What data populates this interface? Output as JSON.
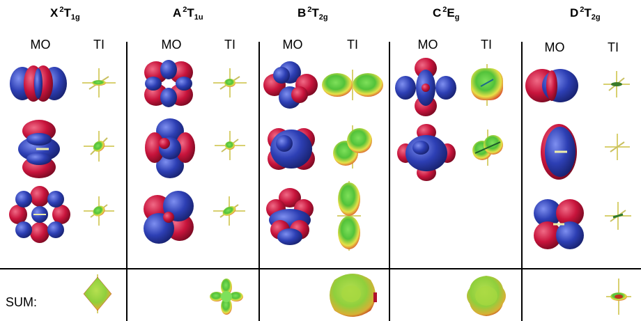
{
  "columns": [
    {
      "letter": "X",
      "mult": "2",
      "sym": "T",
      "sub": "1g",
      "mo": "MO",
      "ti": "TI"
    },
    {
      "letter": "A",
      "mult": "2",
      "sym": "T",
      "sub": "1u",
      "mo": "MO",
      "ti": "TI"
    },
    {
      "letter": "B",
      "mult": "2",
      "sym": "T",
      "sub": "2g",
      "mo": "MO",
      "ti": "TI"
    },
    {
      "letter": "C",
      "mult": "2",
      "sym": "E",
      "sub": "g",
      "mo": "MO",
      "ti": "TI"
    },
    {
      "letter": "D",
      "mult": "2",
      "sym": "T",
      "sub": "2g",
      "mo": "MO",
      "ti": "TI"
    }
  ],
  "sum_label": "SUM:",
  "colors": {
    "lobe_red": "#c8143c",
    "lobe_blue": "#2d3fb4",
    "ti_green": "#52c23a",
    "ti_yellow": "#e8e048",
    "ti_red": "#cc2a1e",
    "axis": "#d8d070",
    "line": "#000000"
  },
  "icons": [
    "molecular-orbital-icon",
    "transition-intensity-icon",
    "sum-intensity-icon"
  ]
}
